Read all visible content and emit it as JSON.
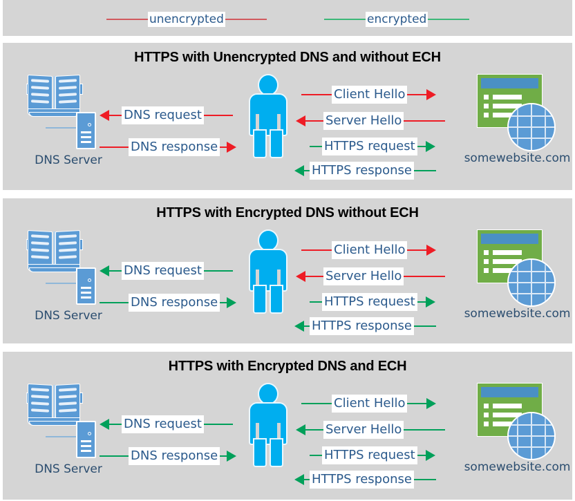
{
  "legend": {
    "items": [
      {
        "label": "unencrypted",
        "color": "#d1595e",
        "kind": "red"
      },
      {
        "label": "encrypted",
        "color": "#3cb878",
        "kind": "green"
      }
    ]
  },
  "nodes": {
    "dns_server_label": "DNS Server",
    "website_label": "somewebsite.com",
    "dns_icon": "book-server-icon",
    "user_icon": "person-icon",
    "website_icon": "browser-globe-icon"
  },
  "colors": {
    "panel_background": "#d5d5d5",
    "page_background": "#ffffff",
    "unencrypted": "#ee1c25",
    "encrypted": "#00a05a",
    "label_text": "#2b5a8c",
    "node_label_text": "#2b4d6f",
    "title_text": "#000000",
    "person_blue": "#00aeef",
    "server_blue": "#5b9bd5",
    "browser_green": "#70ad47"
  },
  "panels": [
    {
      "id": "panel-1",
      "title": "HTTPS with Unencrypted DNS and without ECH",
      "flows": [
        {
          "label": "DNS request",
          "color": "red",
          "direction": "left",
          "side": "left"
        },
        {
          "label": "DNS response",
          "color": "red",
          "direction": "right",
          "side": "left"
        },
        {
          "label": "Client Hello",
          "color": "red",
          "direction": "right",
          "side": "right"
        },
        {
          "label": "Server Hello",
          "color": "red",
          "direction": "left",
          "side": "right"
        },
        {
          "label": "HTTPS request",
          "color": "green",
          "direction": "right",
          "side": "right"
        },
        {
          "label": "HTTPS response",
          "color": "green",
          "direction": "left",
          "side": "right"
        }
      ]
    },
    {
      "id": "panel-2",
      "title": "HTTPS with Encrypted DNS without ECH",
      "flows": [
        {
          "label": "DNS request",
          "color": "green",
          "direction": "left",
          "side": "left"
        },
        {
          "label": "DNS response",
          "color": "green",
          "direction": "right",
          "side": "left"
        },
        {
          "label": "Client Hello",
          "color": "red",
          "direction": "right",
          "side": "right"
        },
        {
          "label": "Server Hello",
          "color": "red",
          "direction": "left",
          "side": "right"
        },
        {
          "label": "HTTPS request",
          "color": "green",
          "direction": "right",
          "side": "right"
        },
        {
          "label": "HTTPS response",
          "color": "green",
          "direction": "left",
          "side": "right"
        }
      ]
    },
    {
      "id": "panel-3",
      "title": "HTTPS with Encrypted DNS and ECH",
      "flows": [
        {
          "label": "DNS request",
          "color": "green",
          "direction": "left",
          "side": "left"
        },
        {
          "label": "DNS response",
          "color": "green",
          "direction": "right",
          "side": "left"
        },
        {
          "label": "Client Hello",
          "color": "green",
          "direction": "right",
          "side": "right"
        },
        {
          "label": "Server Hello",
          "color": "green",
          "direction": "left",
          "side": "right"
        },
        {
          "label": "HTTPS request",
          "color": "green",
          "direction": "right",
          "side": "right"
        },
        {
          "label": "HTTPS response",
          "color": "green",
          "direction": "left",
          "side": "right"
        }
      ]
    }
  ]
}
